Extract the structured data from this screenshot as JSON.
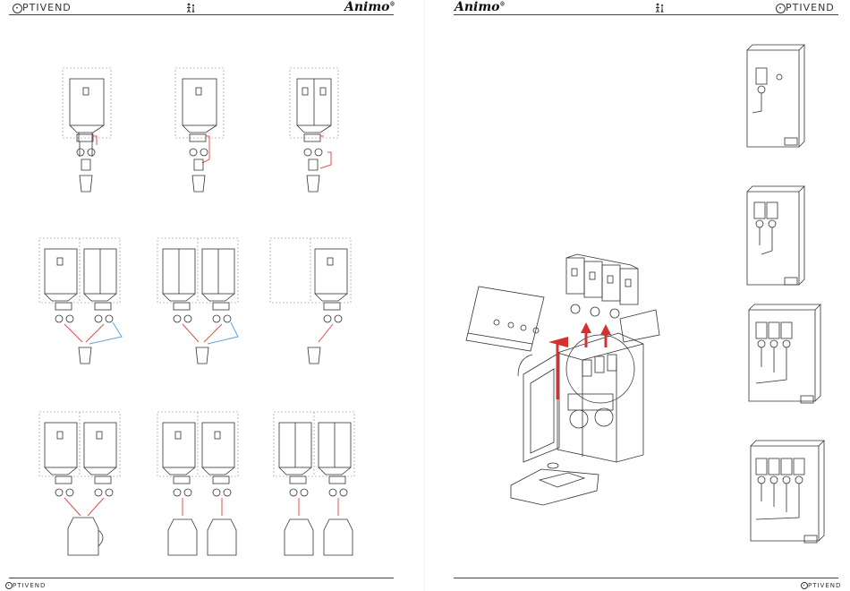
{
  "left_page": {
    "header": {
      "brand_left": "PTIVEND",
      "brand_right": "Animo"
    },
    "footer": {
      "brand": "PTIVEND"
    }
  },
  "right_page": {
    "header": {
      "brand_left": "Animo",
      "brand_right": "PTIVEND"
    },
    "footer": {
      "brand": "PTIVEND"
    }
  },
  "icons": {
    "person": "person-standing-icon",
    "logo_mark": "optivend-o-icon",
    "registered": "®"
  },
  "colors": {
    "line_red": "#e05050",
    "line_blue": "#6aa0d8",
    "arrow_red": "#d63030",
    "ink": "#333333"
  },
  "diagrams": {
    "configurations": [
      {
        "row": 1,
        "col": 1,
        "canisters": 1,
        "mixers": 1,
        "output": "cup"
      },
      {
        "row": 1,
        "col": 2,
        "canisters": 1,
        "mixers": 1,
        "output": "cup"
      },
      {
        "row": 1,
        "col": 3,
        "canisters": 1,
        "mixers": 1,
        "output": "cup"
      },
      {
        "row": 2,
        "col": 1,
        "canisters": 2,
        "mixers": 2,
        "output": "cup"
      },
      {
        "row": 2,
        "col": 2,
        "canisters": 2,
        "mixers": 2,
        "output": "cup"
      },
      {
        "row": 2,
        "col": 3,
        "canisters": 1,
        "mixers": 1,
        "output": "cup"
      },
      {
        "row": 3,
        "col": 1,
        "canisters": 2,
        "mixers": 2,
        "output": "jug"
      },
      {
        "row": 3,
        "col": 2,
        "canisters": 2,
        "mixers": 2,
        "output": "jugs"
      },
      {
        "row": 3,
        "col": 3,
        "canisters": 2,
        "mixers": 2,
        "output": "jugs"
      }
    ],
    "right_column_units": [
      1,
      2,
      3,
      4
    ]
  }
}
